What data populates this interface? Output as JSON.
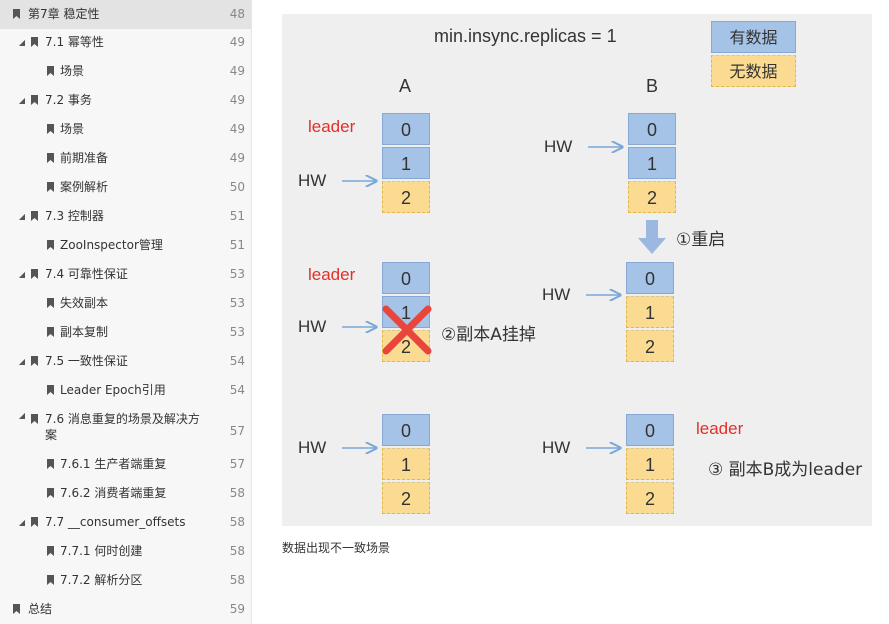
{
  "toc": [
    {
      "label": "第7章  稳定性",
      "page": "48"
    },
    {
      "label": "7.1 幂等性",
      "page": "49"
    },
    {
      "label": "场景",
      "page": "49"
    },
    {
      "label": "7.2 事务",
      "page": "49"
    },
    {
      "label": "场景",
      "page": "49"
    },
    {
      "label": "前期准备",
      "page": "49"
    },
    {
      "label": "案例解析",
      "page": "50"
    },
    {
      "label": "7.3 控制器",
      "page": "51"
    },
    {
      "label": "ZooInspector管理",
      "page": "51"
    },
    {
      "label": "7.4 可靠性保证",
      "page": "53"
    },
    {
      "label": "失效副本",
      "page": "53"
    },
    {
      "label": "副本复制",
      "page": "53"
    },
    {
      "label": "7.5  一致性保证",
      "page": "54"
    },
    {
      "label": "Leader Epoch引用",
      "page": "54"
    },
    {
      "label": "7.6 消息重复的场景及解决方案",
      "page": "57"
    },
    {
      "label": "7.6.1 生产者端重复",
      "page": "57"
    },
    {
      "label": "7.6.2 消费者端重复",
      "page": "58"
    },
    {
      "label": "7.7  __consumer_offsets",
      "page": "58"
    },
    {
      "label": "7.7.1 何时创建",
      "page": "58"
    },
    {
      "label": "7.7.2 解析分区",
      "page": "58"
    },
    {
      "label": "总结",
      "page": "59"
    }
  ],
  "figure": {
    "title": "min.insync.replicas = 1",
    "legend": {
      "has_data": "有数据",
      "no_data": "无数据"
    },
    "col_a": "A",
    "col_b": "B",
    "leader": "leader",
    "hw": "HW",
    "step1": "①重启",
    "step2": "②副本A挂掉",
    "step3": "③ 副本B成为leader",
    "offsets": [
      "0",
      "1",
      "2"
    ],
    "colors": {
      "has_data": "#a5c3e6",
      "no_data": "#fbdb91",
      "leader": "#e0302c",
      "arrow": "#7aa7d8",
      "cross": "#e8453c"
    }
  },
  "caption": "数据出现不一致场景"
}
